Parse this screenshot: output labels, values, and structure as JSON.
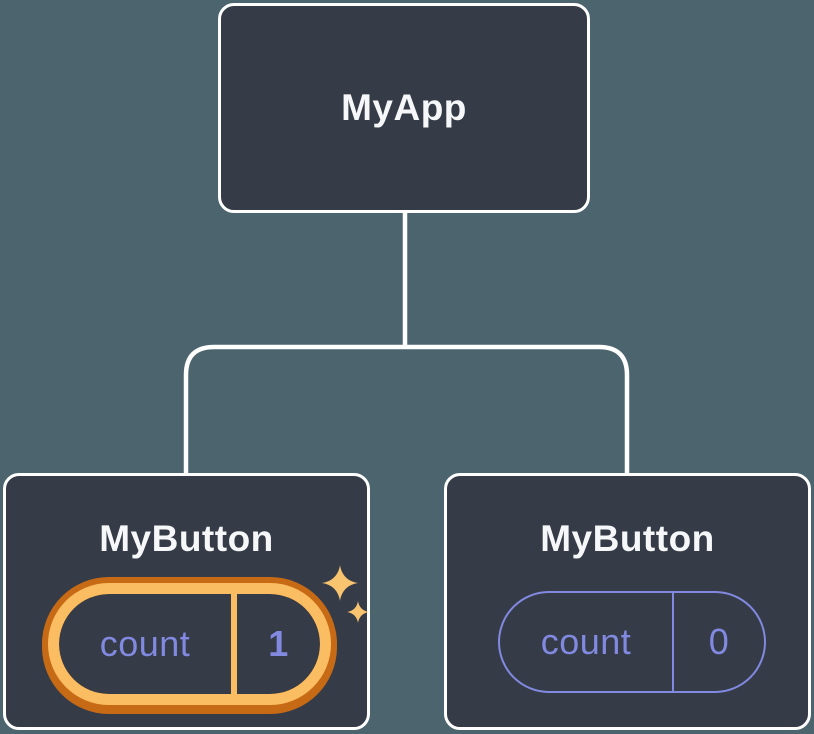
{
  "theme": {
    "bg": "#4C646E",
    "node-fill": "#353B47",
    "node-border": "#FFFFFF",
    "line": "#FFFFFF",
    "title-text": "#F6F7F9",
    "purple": "#8289E0",
    "gold": "#FBBD62",
    "orange": "#C76A15",
    "sparkle": "#F9C46F"
  },
  "diagram": {
    "type": "component-tree",
    "root": {
      "label": "MyApp"
    },
    "children": [
      {
        "label": "MyButton",
        "state": {
          "key": "count",
          "value": "1"
        },
        "highlighted": true
      },
      {
        "label": "MyButton",
        "state": {
          "key": "count",
          "value": "0"
        },
        "highlighted": false
      }
    ],
    "icons": {
      "highlight": "sparkles-icon"
    }
  }
}
